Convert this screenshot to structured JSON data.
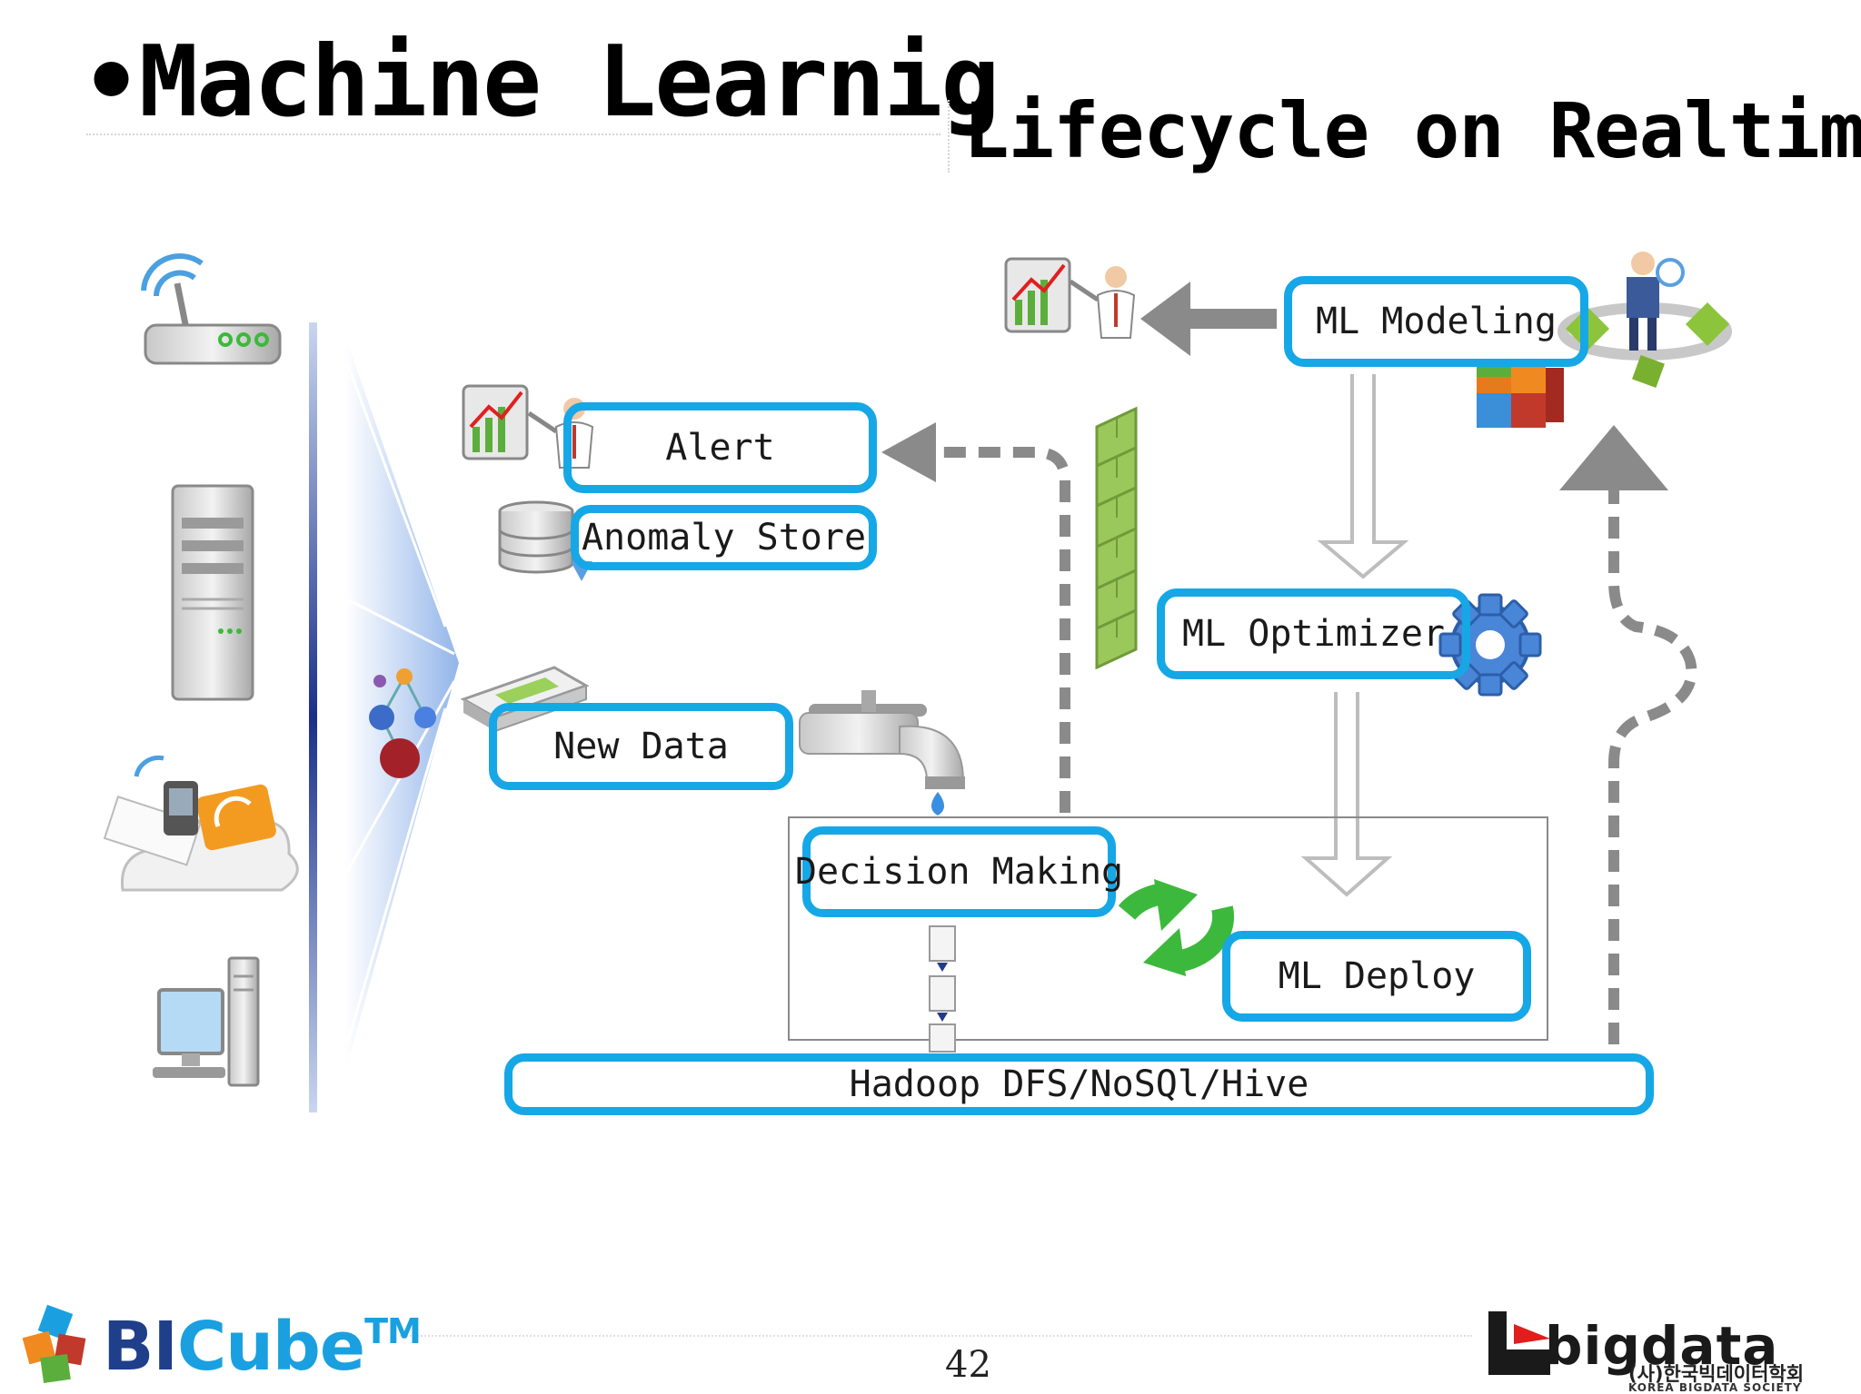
{
  "header": {
    "title": "Machine Learnig",
    "subtitle": "Lifecycle on Realtime"
  },
  "nodes": {
    "alert": "Alert",
    "anomaly_store": "Anomaly Store",
    "new_data": "New Data",
    "ml_modeling": "ML Modeling",
    "ml_optimizer": "ML Optimizer",
    "decision_making": "Decision Making",
    "ml_deploy": "ML Deploy",
    "storage": "Hadoop DFS/NoSQl/Hive"
  },
  "footer": {
    "page_number": "42",
    "logo_left_a": "BI",
    "logo_left_b": "Cube",
    "logo_left_tm": "TM",
    "logo_right": "bigdata",
    "logo_right_ko": "(사)한국빅데이터학회",
    "logo_right_en": "KOREA BIGDATA SOCIETY"
  },
  "colors": {
    "box_border": "#16a7e6",
    "arrow_gray": "#8a8a8a",
    "title": "#000000"
  },
  "icons": [
    "wifi-router-icon",
    "server-tower-icon",
    "cloud-mobile-icon",
    "desktop-computer-icon",
    "presenter-chart-icon",
    "database-icon",
    "network-switch-icon",
    "water-faucet-icon",
    "firewall-icon",
    "gear-icon",
    "cubes-icon",
    "analyst-icon",
    "cycle-arrows-icon"
  ]
}
